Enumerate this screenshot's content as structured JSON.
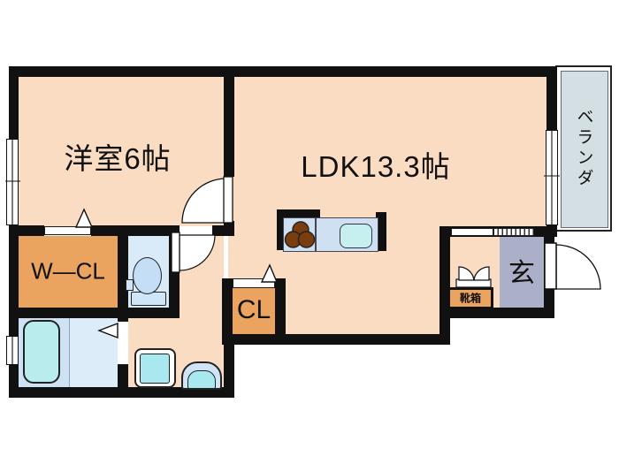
{
  "labels": {
    "bedroom": "洋室6帖",
    "ldk": "LDK13.3帖",
    "veranda": "ベランダ",
    "walk_in_closet": "W―CL",
    "closet": "CL",
    "entrance": "玄",
    "shoe_box": "靴箱"
  },
  "colors": {
    "floor_peach": "#fadcc3",
    "closet_orange": "#eba360",
    "toilet_room_blue": "#d9eaf8",
    "bathroom_blue_left": "#cfe2f4",
    "bathroom_blue_right": "#ddecf9",
    "bathtub_cyan": "#b9ecec",
    "fixture_cyan": "#a9e8ef",
    "toilet_fixture_blue": "#c3def5",
    "entrance_gray": "#abb0c8",
    "veranda_gray": "#d3dfe3",
    "kitchen_counter_blue": "#cfe0f2",
    "kitchen_sink_cyan": "#c6f0f0",
    "burner_brown": "#7b3c0e",
    "wall_black": "#111111"
  }
}
